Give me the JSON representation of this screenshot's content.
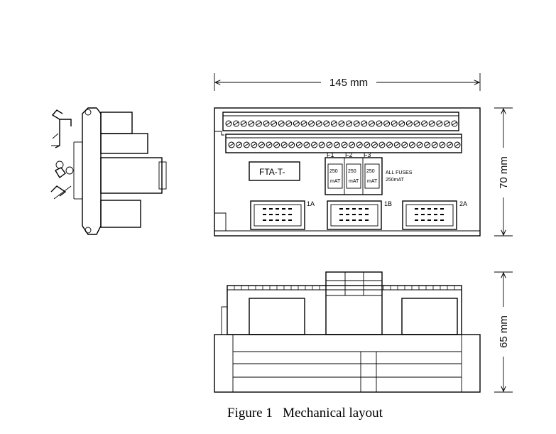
{
  "dimensions": {
    "width": "145 mm",
    "height": "70 mm",
    "depth": "65 mm"
  },
  "board": {
    "label": "FTA-T-",
    "fuses": [
      "F1",
      "F2",
      "F3"
    ],
    "fuse_rating": [
      "250",
      "mAT"
    ],
    "fuse_note": [
      "ALL FUSES",
      "250mAT"
    ],
    "connectors": [
      "1A",
      "1B",
      "2A"
    ]
  },
  "caption": "Figure 1   Mechanical layout"
}
